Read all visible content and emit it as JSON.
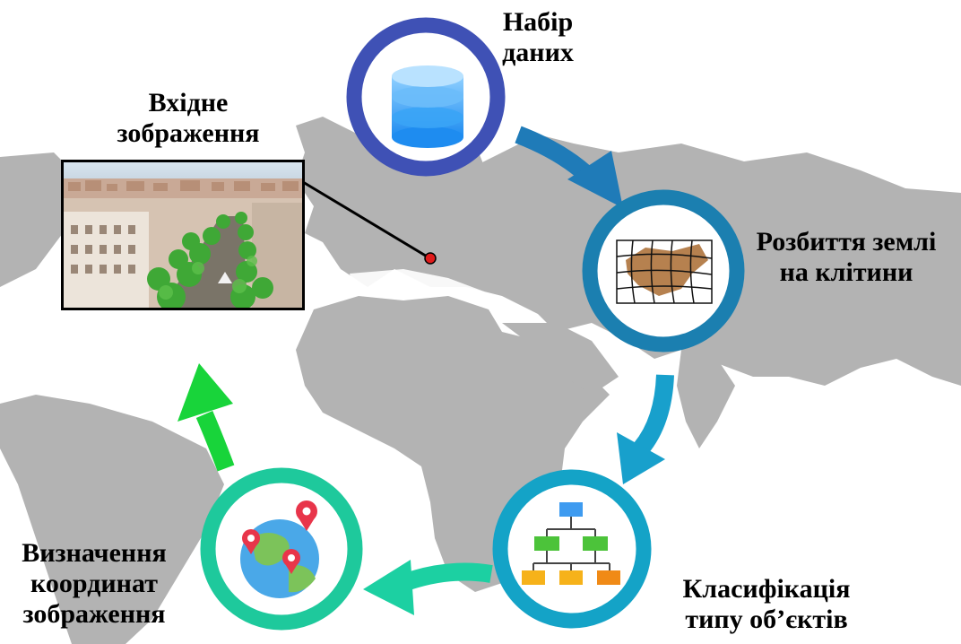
{
  "diagram": {
    "steps": [
      {
        "id": "dataset",
        "lines": [
          "Набір",
          "даних"
        ],
        "color": "#3f51b5"
      },
      {
        "id": "cells",
        "lines": [
          "Розбиття землі",
          "на клітини"
        ],
        "color": "#1b7fb0"
      },
      {
        "id": "classification",
        "lines": [
          "Класифікація",
          "типу об’єктів"
        ],
        "color": "#14a3c7"
      },
      {
        "id": "coordinates",
        "lines": [
          "Визначення",
          "координат",
          "зображення"
        ],
        "color": "#1ec99c"
      }
    ],
    "input_image": {
      "lines": [
        "Вхідне",
        "зображення"
      ]
    },
    "arrow_colors": [
      "#1f7bb8",
      "#18a0cc",
      "#1cd0a2",
      "#18d43a"
    ],
    "map_color": "#b0b0b0",
    "location_marker_color": "#e01b1b"
  }
}
